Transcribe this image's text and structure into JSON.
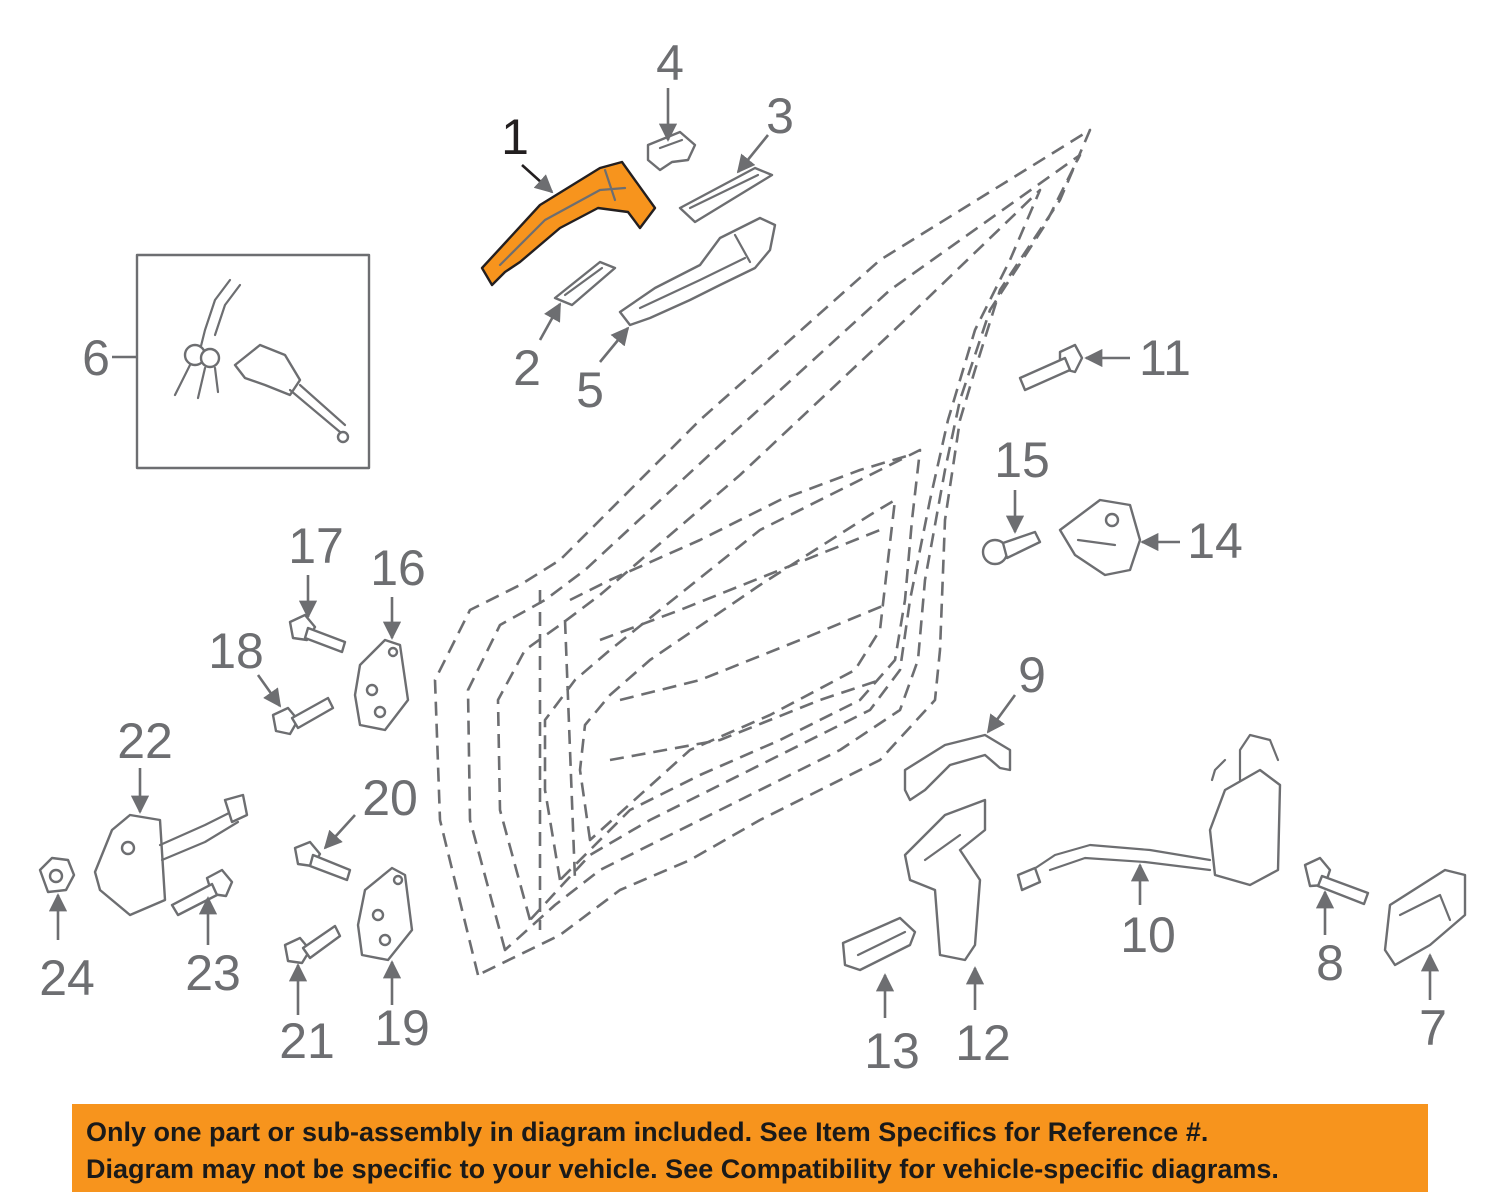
{
  "diagram": {
    "highlight_color": "#f7941d",
    "line_color": "#6d6e71",
    "highlighted_callout": "1",
    "callouts": {
      "c1": "1",
      "c2": "2",
      "c3": "3",
      "c4": "4",
      "c5": "5",
      "c6": "6",
      "c7": "7",
      "c8": "8",
      "c9": "9",
      "c10": "10",
      "c11": "11",
      "c12": "12",
      "c13": "13",
      "c14": "14",
      "c15": "15",
      "c16": "16",
      "c17": "17",
      "c18": "18",
      "c19": "19",
      "c20": "20",
      "c21": "21",
      "c22": "22",
      "c23": "23",
      "c24": "24"
    }
  },
  "banner": {
    "background": "#f7941d",
    "line1": "Only one part or sub-assembly in diagram included. See Item Specifics for Reference #.",
    "line2": "Diagram may not be specific to your vehicle. See Compatibility for vehicle-specific diagrams."
  }
}
